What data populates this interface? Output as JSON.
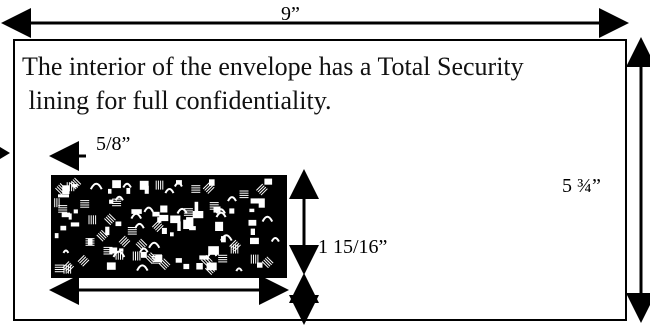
{
  "description_lines": [
    "The interior of the envelope has a Total Security",
    " lining for full confidentiality."
  ],
  "dimensions": {
    "width": "9”",
    "height": "5 ¾”",
    "window_offset": "5/8”",
    "window_height": "1 15/16”"
  },
  "colors": {
    "line": "#000000",
    "background": "#ffffff",
    "pattern": "#000000"
  },
  "icons": {
    "arrow": "arrowhead",
    "window_pattern": "security-tint-pattern"
  }
}
